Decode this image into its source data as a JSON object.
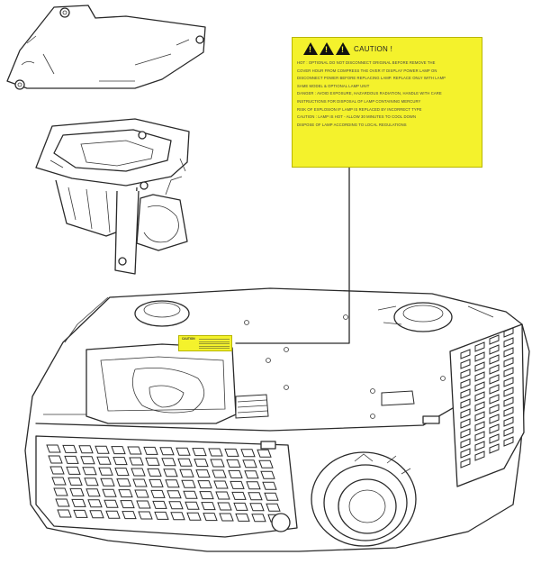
{
  "caution_label": {
    "title": "CAUTION !",
    "lines": [
      "HOT : OPTIONAL DO NOT DISCONNECT ORIGINAL BEFORE REMOVE THE",
      "COVER  HOUR FROM COMPRESS THE OVER IT DISPLAY POWER LAMP ON",
      "DISCONNECT POWER BEFORE REPLACING LAMP. REPLACE ONLY WITH LAMP",
      "SAME MODEL & OPTIONAL LAMP UNIT",
      "DANGER : AVOID EXPOSURE, HAZARDOUS RADIATION, HANDLE WITH CARE",
      "INSTRUCTIONS FOR DISPOSAL OF LAMP CONTAINING MERCURY",
      "RISK OF EXPLOSION IF LAMP IS REPLACED BY INCORRECT TYPE",
      "CAUTION : LAMP IS HOT - ALLOW 30 MINUTES TO COOL DOWN",
      "DISPOSE OF LAMP ACCORDING TO LOCAL REGULATIONS"
    ]
  },
  "mini_label": {
    "title": "CAUTION"
  }
}
